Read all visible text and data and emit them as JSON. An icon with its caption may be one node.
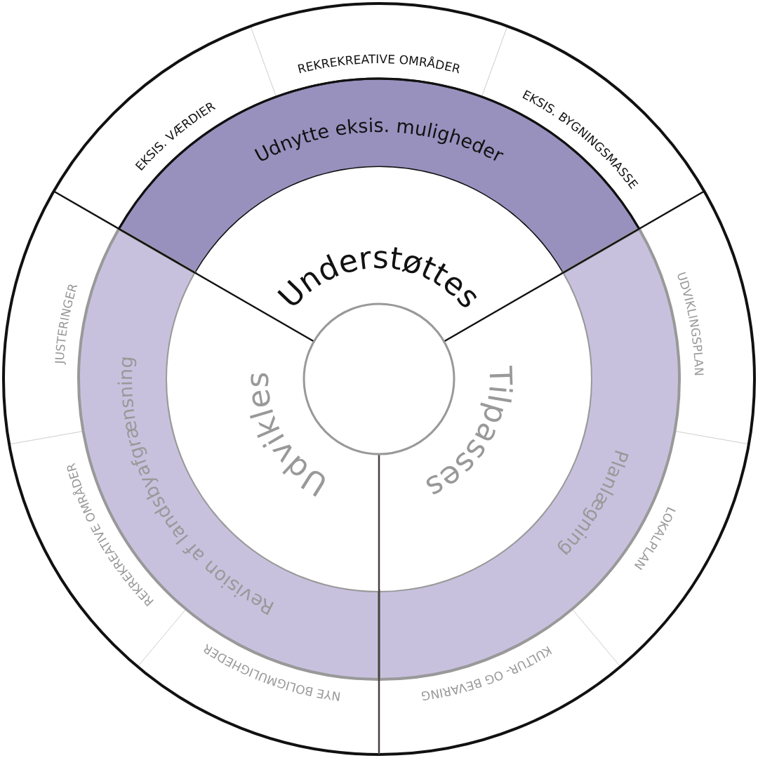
{
  "diagram": {
    "nodes": [
      {
        "text": [
          "EKSIS. VÆRDIER"
        ]
      },
      {
        "text": [
          "REKREKREATIVE OMRÅDER"
        ]
      },
      {
        "text": [
          "EKSIS. BYGNINGSMASSE"
        ]
      },
      {
        "text": [
          "Udnytte eksis. muligheder"
        ]
      },
      {
        "text": [
          "Understøttes"
        ]
      },
      {
        "text": [
          "UDVIKLINGSPLAN"
        ]
      },
      {
        "text": [
          "LOKALPLAN"
        ]
      },
      {
        "text": [
          "KULTUR- OG BEVARING"
        ]
      },
      {
        "text": [
          "Planlægning"
        ]
      },
      {
        "text": [
          "Tilpasses"
        ]
      },
      {
        "text": [
          "NYE BOLIGMULIGHEDER"
        ]
      },
      {
        "text": [
          "REKREKREATIVE OMRÅDER"
        ]
      },
      {
        "text": [
          "JUSTERINGER"
        ]
      },
      {
        "text": [
          "Revision af landsbyafgrænsning"
        ]
      },
      {
        "text": [
          "Udvikles"
        ]
      },
      {
        "text": [],
        "shape": "circle"
      }
    ]
  }
}
